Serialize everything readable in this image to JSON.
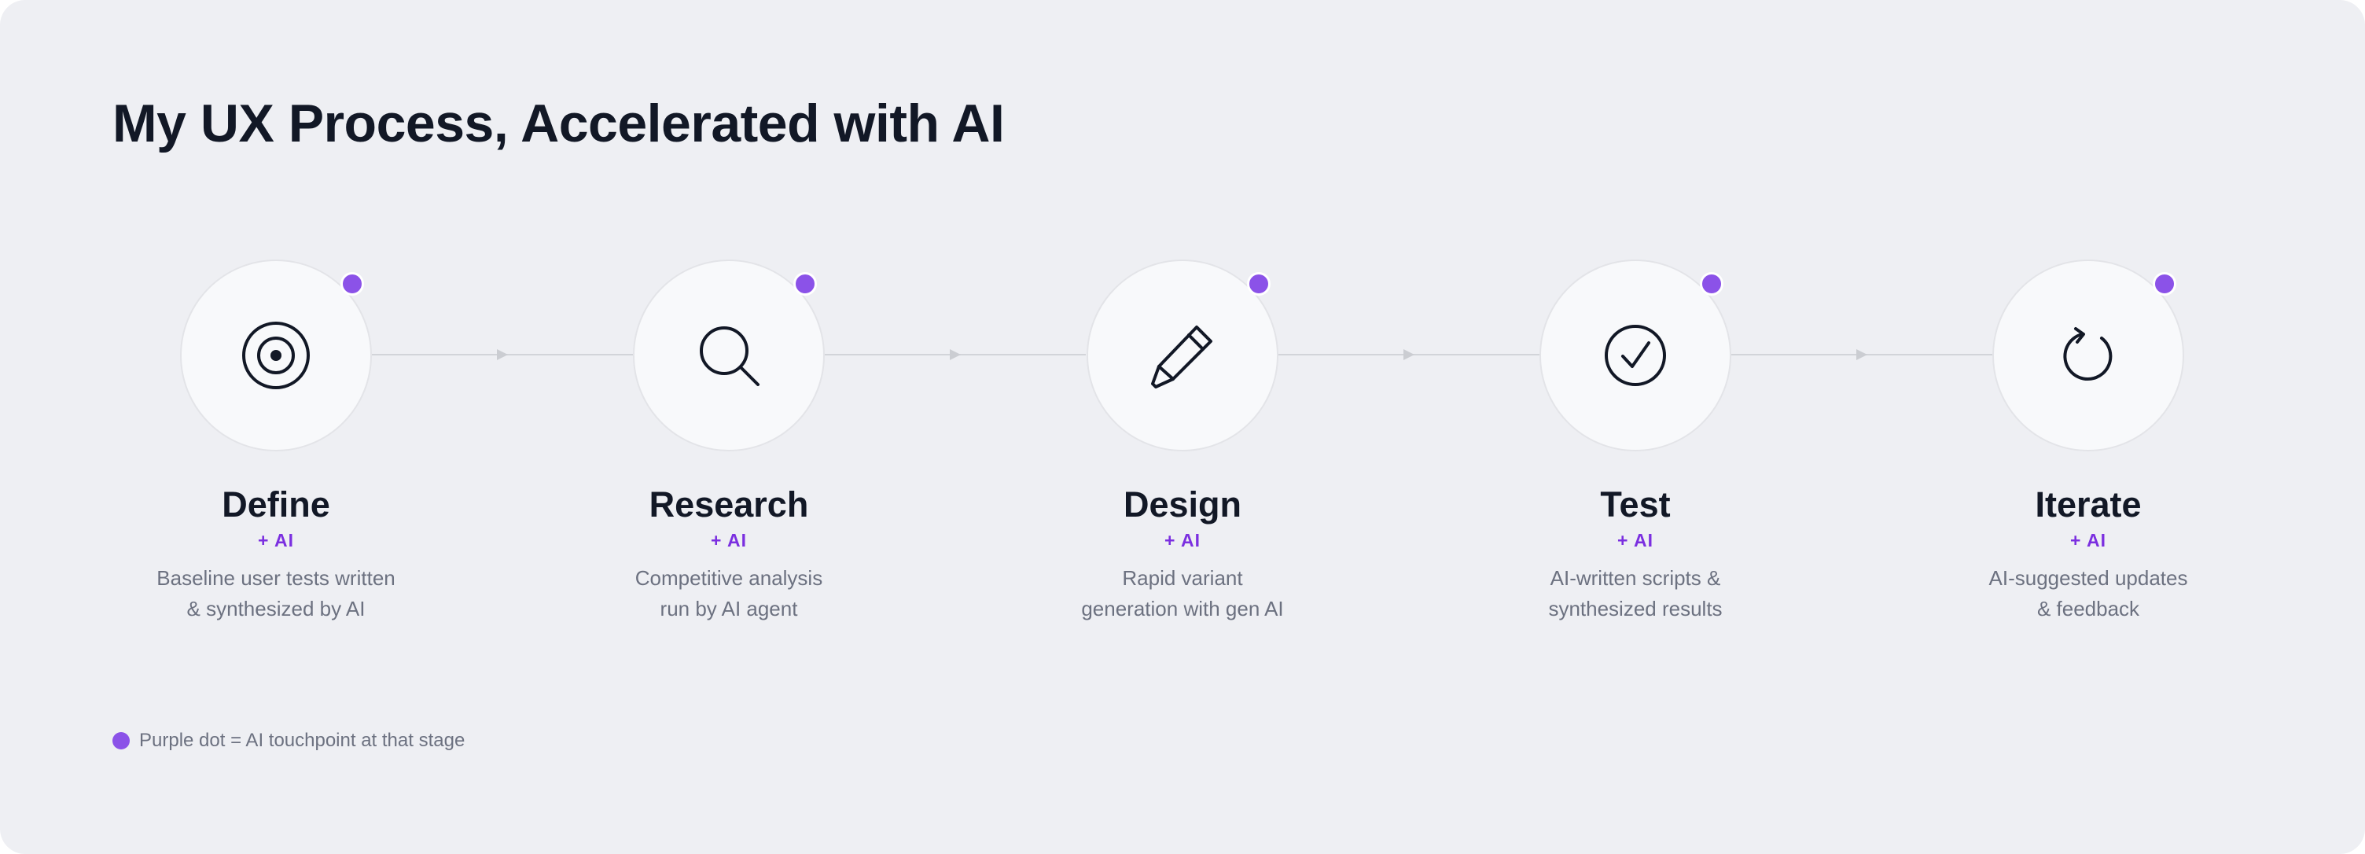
{
  "title": "My UX Process, Accelerated with AI",
  "colors": {
    "background": "#eeeff3",
    "circle": "#f8f9fb",
    "ai_dot": "#8b52e8",
    "ai_label": "#7b2fe0",
    "title": "#121826",
    "description": "#6c7180",
    "connector": "#d2d4d9"
  },
  "stages": [
    {
      "icon": "target-icon",
      "title": "Define",
      "ai_label": "+ AI",
      "description_lines": [
        "Baseline user tests written",
        "& synthesized by AI"
      ]
    },
    {
      "icon": "search-icon",
      "title": "Research",
      "ai_label": "+ AI",
      "description_lines": [
        "Competitive analysis",
        "run by AI agent"
      ]
    },
    {
      "icon": "pencil-icon",
      "title": "Design",
      "ai_label": "+ AI",
      "description_lines": [
        "Rapid variant",
        "generation with gen AI"
      ]
    },
    {
      "icon": "check-circle-icon",
      "title": "Test",
      "ai_label": "+ AI",
      "description_lines": [
        "AI-written scripts &",
        "synthesized results"
      ]
    },
    {
      "icon": "refresh-icon",
      "title": "Iterate",
      "ai_label": "+ AI",
      "description_lines": [
        "AI-suggested updates",
        "& feedback"
      ]
    }
  ],
  "legend": {
    "text": "Purple dot = AI touchpoint at that stage"
  }
}
